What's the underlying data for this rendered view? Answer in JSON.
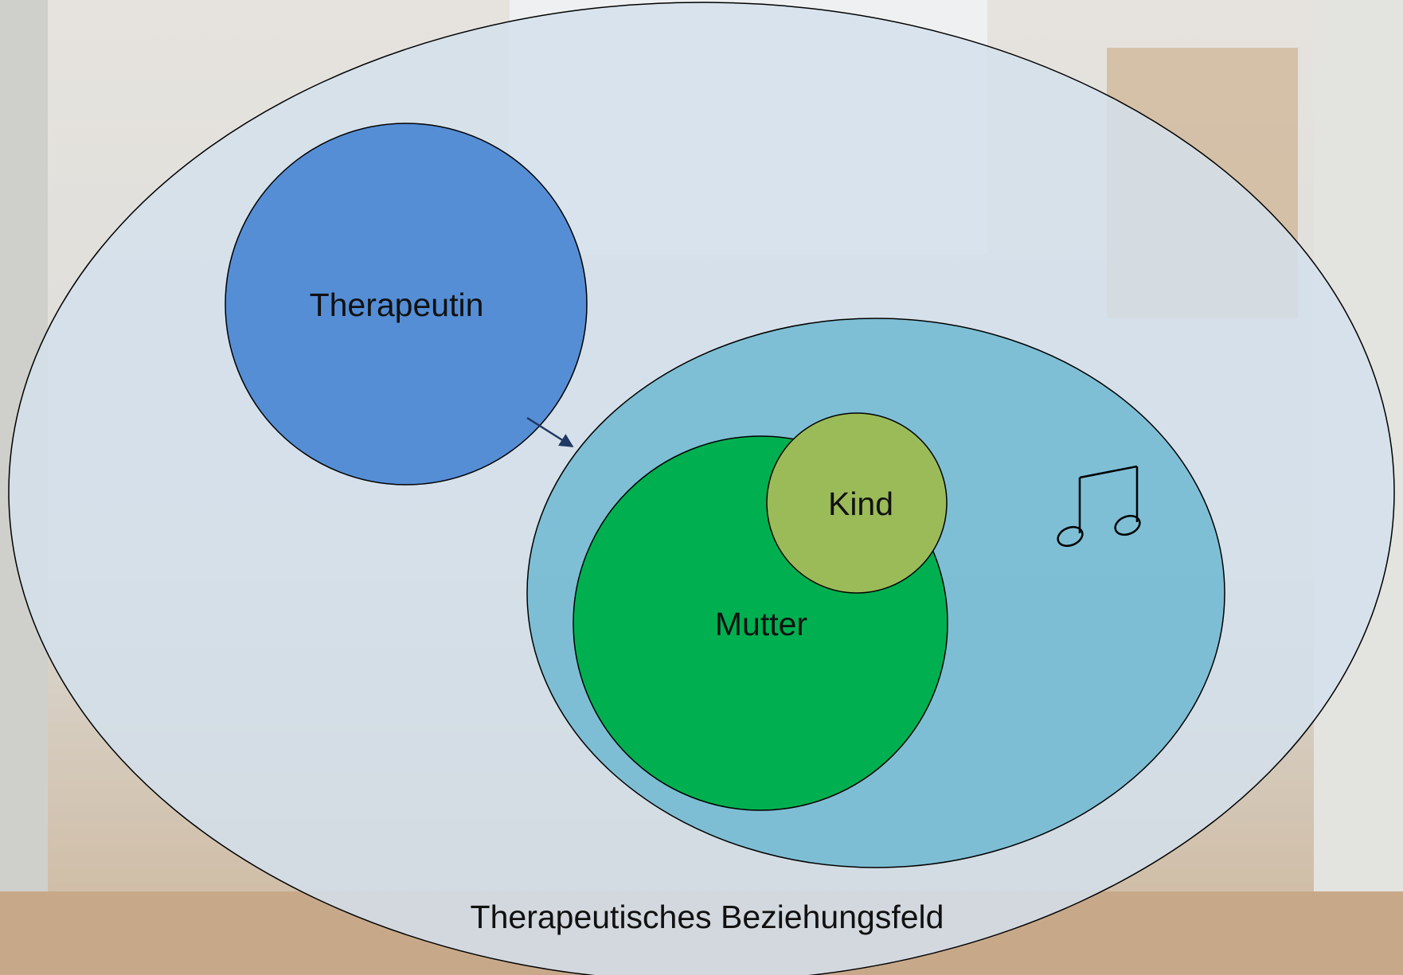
{
  "diagram": {
    "field_label": "Therapeutisches Beziehungsfeld",
    "therapist_label": "Therapeutin",
    "mother_label": "Mutter",
    "child_label": "Kind",
    "music_icon": "music-note-icon"
  },
  "colors": {
    "field_fill": "#d4e0ec",
    "inner_field_fill": "#6fb9d1",
    "therapist_fill": "#558ed5",
    "mother_fill": "#00b050",
    "child_fill": "#9bbb59",
    "arrow": "#1f3864",
    "outline": "#000000"
  }
}
